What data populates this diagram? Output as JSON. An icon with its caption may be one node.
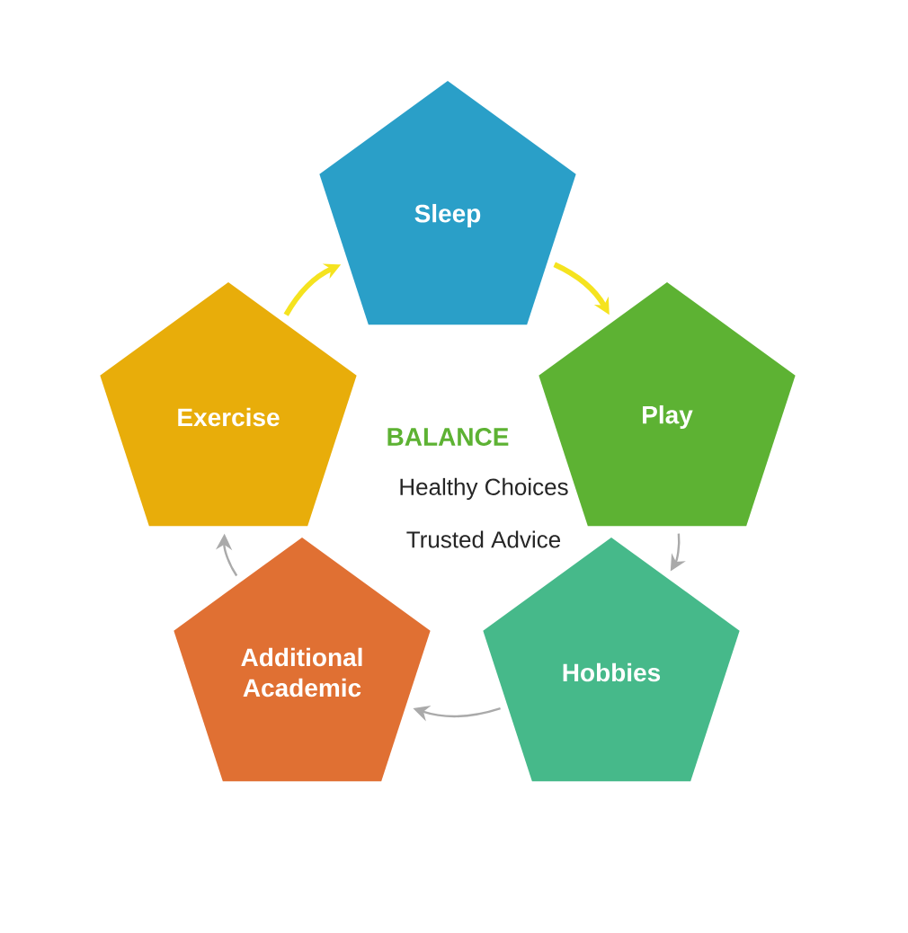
{
  "diagram": {
    "nodes": [
      {
        "text": [
          "Sleep"
        ]
      },
      {
        "text": [
          "Play"
        ]
      },
      {
        "text": [
          "Hobbies"
        ]
      },
      {
        "text": [
          "Additional Academic"
        ]
      },
      {
        "text": [
          "Exercise"
        ]
      }
    ],
    "edges": [
      {
        "from": 4,
        "to": 0,
        "arrow": "to",
        "style": "thick",
        "color": "#f5e31f"
      },
      {
        "from": 0,
        "to": 1,
        "arrow": "to",
        "style": "thick",
        "color": "#f5e31f"
      },
      {
        "from": 1,
        "to": 2,
        "arrow": "to"
      },
      {
        "from": 2,
        "to": 3,
        "arrow": "to"
      },
      {
        "from": 3,
        "to": 4,
        "arrow": "to"
      }
    ],
    "labels": [
      "BALANCE",
      "Healthy Choices",
      "Trusted Advice"
    ]
  }
}
